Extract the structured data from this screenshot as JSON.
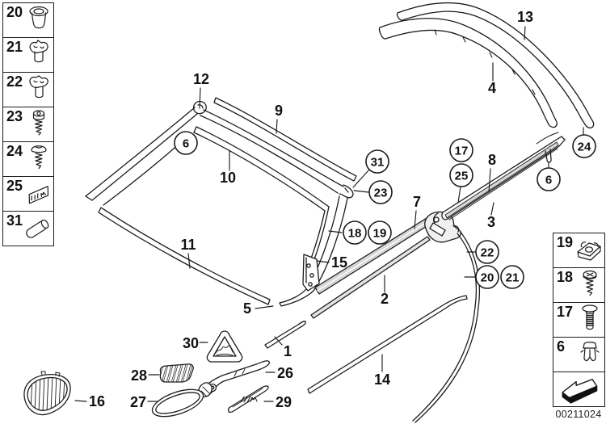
{
  "image_id": "00211024",
  "left_panel": {
    "items": [
      {
        "number": "20",
        "icon": "grommet-icon"
      },
      {
        "number": "21",
        "icon": "spring-clip-icon"
      },
      {
        "number": "22",
        "icon": "spring-clip-icon"
      },
      {
        "number": "23",
        "icon": "socket-screw-icon"
      },
      {
        "number": "24",
        "icon": "pan-head-screw-icon"
      },
      {
        "number": "25",
        "icon": "m-emblem-icon"
      },
      {
        "number": "31",
        "icon": "roller-pin-icon"
      }
    ]
  },
  "right_panel": {
    "items": [
      {
        "number": "19",
        "icon": "clip-nut-icon"
      },
      {
        "number": "18",
        "icon": "washer-screw-icon"
      },
      {
        "number": "17",
        "icon": "expansion-rivet-icon"
      },
      {
        "number": "6",
        "icon": "expanding-clip-icon"
      }
    ],
    "image_id": "00211024"
  },
  "diagram": {
    "plain": {
      "p1": "1",
      "p2": "2",
      "p3": "3",
      "p4": "4",
      "p5": "5",
      "p7": "7",
      "p8": "8",
      "p9": "9",
      "p10": "10",
      "p11": "11",
      "p12": "12",
      "p13": "13",
      "p14": "14",
      "p15": "15",
      "p16": "16",
      "p26": "26",
      "p27": "27",
      "p28": "28",
      "p29": "29",
      "p30": "30"
    },
    "circled": {
      "c6_frame": "6",
      "c31": "31",
      "c23": "23",
      "c18": "18",
      "c19": "19",
      "c17": "17",
      "c25": "25",
      "c24": "24",
      "c6_channel": "6",
      "c22": "22",
      "c20": "20",
      "c21": "21"
    }
  },
  "colors": {
    "line": "#1c1c1c",
    "shade": "#d6d6d6",
    "shade_light": "#e4e4e4",
    "background": "#ffffff"
  }
}
